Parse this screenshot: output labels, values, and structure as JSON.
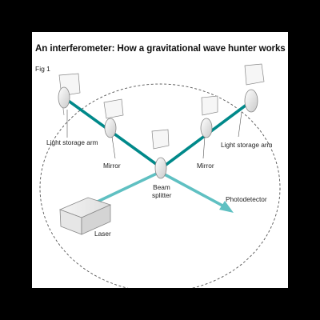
{
  "header": {
    "title": "An interferometer: How a gravitational wave hunter works",
    "figure_label": "Fig 1"
  },
  "labels": {
    "left_arm": "Light storage arm",
    "right_arm": "Light storage arm",
    "left_mirror": "Mirror",
    "right_mirror": "Mirror",
    "beam_splitter_line1": "Beam",
    "beam_splitter_line2": "splitter",
    "photodetector": "Photodetector",
    "laser": "Laser"
  },
  "colors": {
    "arm_beam": "#00898a",
    "laser_beam": "#5fc0c2",
    "outline": "#555555"
  }
}
